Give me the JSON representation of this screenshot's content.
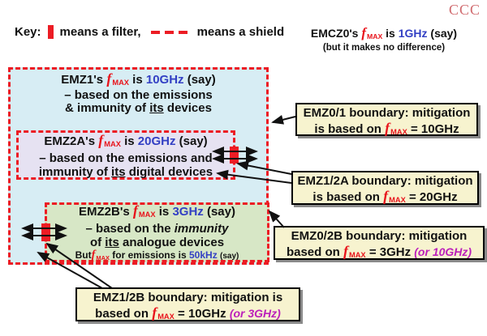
{
  "watermark": "CCC",
  "key": {
    "label": "Key:",
    "filter": "means a filter,",
    "shield": "means a shield"
  },
  "fmax": {
    "f": "f",
    "sub": "MAX"
  },
  "emcz0": {
    "name": "EMCZ0's",
    "is": "is",
    "freq": "1GHz",
    "say": "(say)",
    "note": "(but it makes no difference)"
  },
  "emz1": {
    "name": "EMZ1's",
    "is": "is",
    "freq": "10GHz",
    "say": "(say)",
    "line2": "– based on the emissions",
    "line3a": "& immunity of",
    "line3u": "its",
    "line3b": "devices"
  },
  "emz2a": {
    "name": "EMZ2A's",
    "is": "is",
    "freq": "20GHz",
    "say": "(say)",
    "line2": "– based on the emissions and",
    "line3a": "immunity of",
    "line3u": "its",
    "line3b": "digital devices"
  },
  "emz2b": {
    "name": "EMZ2B's",
    "is": "is",
    "freq": "3GHz",
    "say": "(say)",
    "line2a": "– based on the",
    "line2i": "immunity",
    "line3a": "of",
    "line3u": "its",
    "line3b": "analogue devices",
    "but": "But",
    "line4b": "for emissions is",
    "freq2": "50kHz",
    "say2": "(say)"
  },
  "callouts": {
    "c1": {
      "line1": "EMZ0/1 boundary: mitigation",
      "line2a": "is based on",
      "line2b": "= 10GHz",
      "alt": ""
    },
    "c2": {
      "line1": "EMZ1/2A boundary: mitigation",
      "line2a": "is based on",
      "line2b": "= 20GHz",
      "alt": ""
    },
    "c3": {
      "line1": "EMZ0/2B boundary: mitigation",
      "line2a": "based on",
      "line2b": "= 3GHz",
      "alt": "(or 10GHz)"
    },
    "c4": {
      "line1": "EMZ1/2B boundary: mitigation is",
      "line2a": "based on",
      "line2b": "= 10GHz",
      "alt": "(or 3GHz)"
    }
  },
  "colors": {
    "shield_red": "#ec1c24",
    "freq_blue": "#3340c4",
    "alt_magenta": "#bb1fbb",
    "zone1_bg": "#d7edf4",
    "zone2a_bg": "#e6e2f2",
    "zone2b_bg": "#d7e7c6",
    "callout_bg": "#f7f3cf"
  }
}
